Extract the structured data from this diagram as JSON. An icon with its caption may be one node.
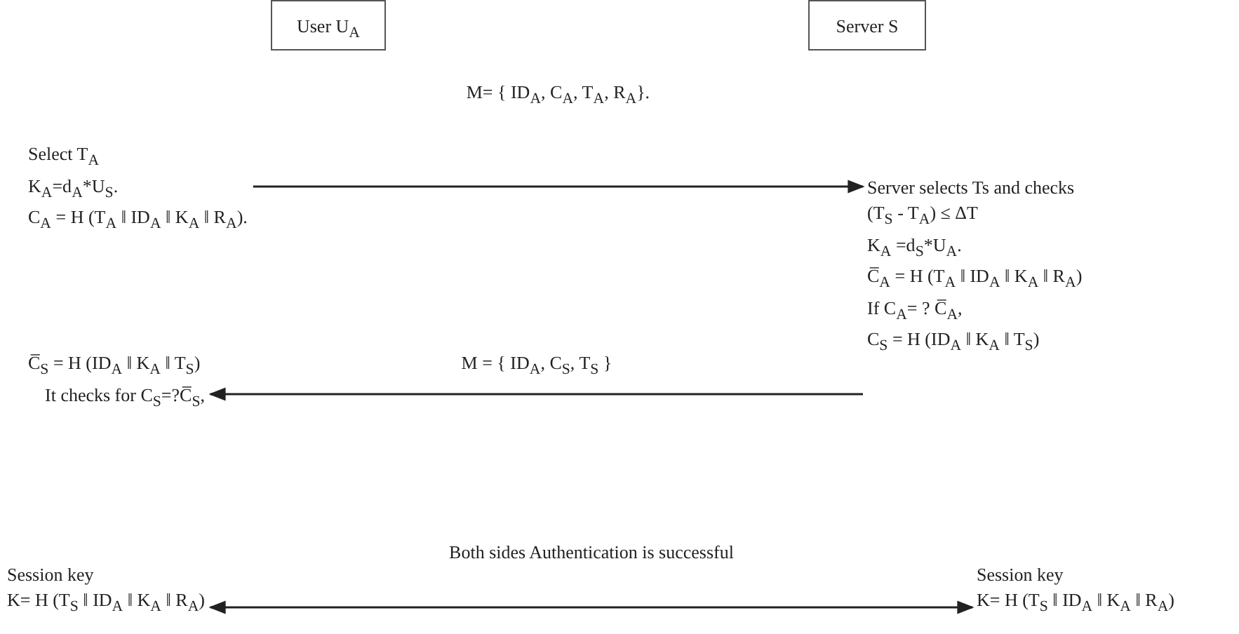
{
  "diagram": {
    "nodes": [
      {
        "text": [
          "User U$_{A}$"
        ]
      },
      {
        "text": [
          "Server S"
        ]
      },
      {
        "text": [
          "Select T$_{A}$",
          "K$_{A}$=d$_{A}$*U$_{S}$.",
          "C$_{A}$ = H (T$_{A}$ ‖ ID$_{A}$ ‖ K$_{A}$ ‖ R$_{A}$)."
        ]
      },
      {
        "text": [
          "Server selects Ts  and checks",
          "(T$_{S}$ - T$_{A}$)  ≤ ΔT",
          "K$_{A}$ =d$_{S}$*U$_{A}$.",
          "C̅$_{A}$ = H (T$_{A}$ ‖ ID$_{A}$ ‖ K$_{A}$ ‖ R$_{A}$)",
          "If C$_{A}$= ? C̅$_{A}$,",
          "C$_{S}$ = H (ID$_{A}$ ‖ K$_{A}$ ‖ T$_{S}$)"
        ]
      },
      {
        "text": [
          "C̅$_{S}$ = H (ID$_{A}$ ‖ K$_{A}$ ‖ T$_{S}$)",
          "It checks for C$_{S}$=?C̅$_{S}$,"
        ]
      },
      {
        "text": [
          "Session key",
          "K= H (T$_{S}$ ‖ ID$_{A}$ ‖ K$_{A}$ ‖ R$_{A}$)"
        ]
      },
      {
        "text": [
          "Session key",
          "K= H (T$_{S}$ ‖ ID$_{A}$ ‖ K$_{A}$ ‖ R$_{A}$)"
        ]
      }
    ],
    "edges": [
      {
        "from": 2,
        "to": 3,
        "arrow": "to",
        "label": "M= { ID$_{A}$, C$_{A}$, T$_{A}$, R$_{A}$}."
      },
      {
        "from": 3,
        "to": 4,
        "arrow": "to",
        "label": "M = { ID$_{A}$, C$_{S}$, T$_{S}$  }"
      },
      {
        "from": 5,
        "to": 6,
        "arrow": "both",
        "label": "Both sides Authentication is successful"
      }
    ]
  }
}
